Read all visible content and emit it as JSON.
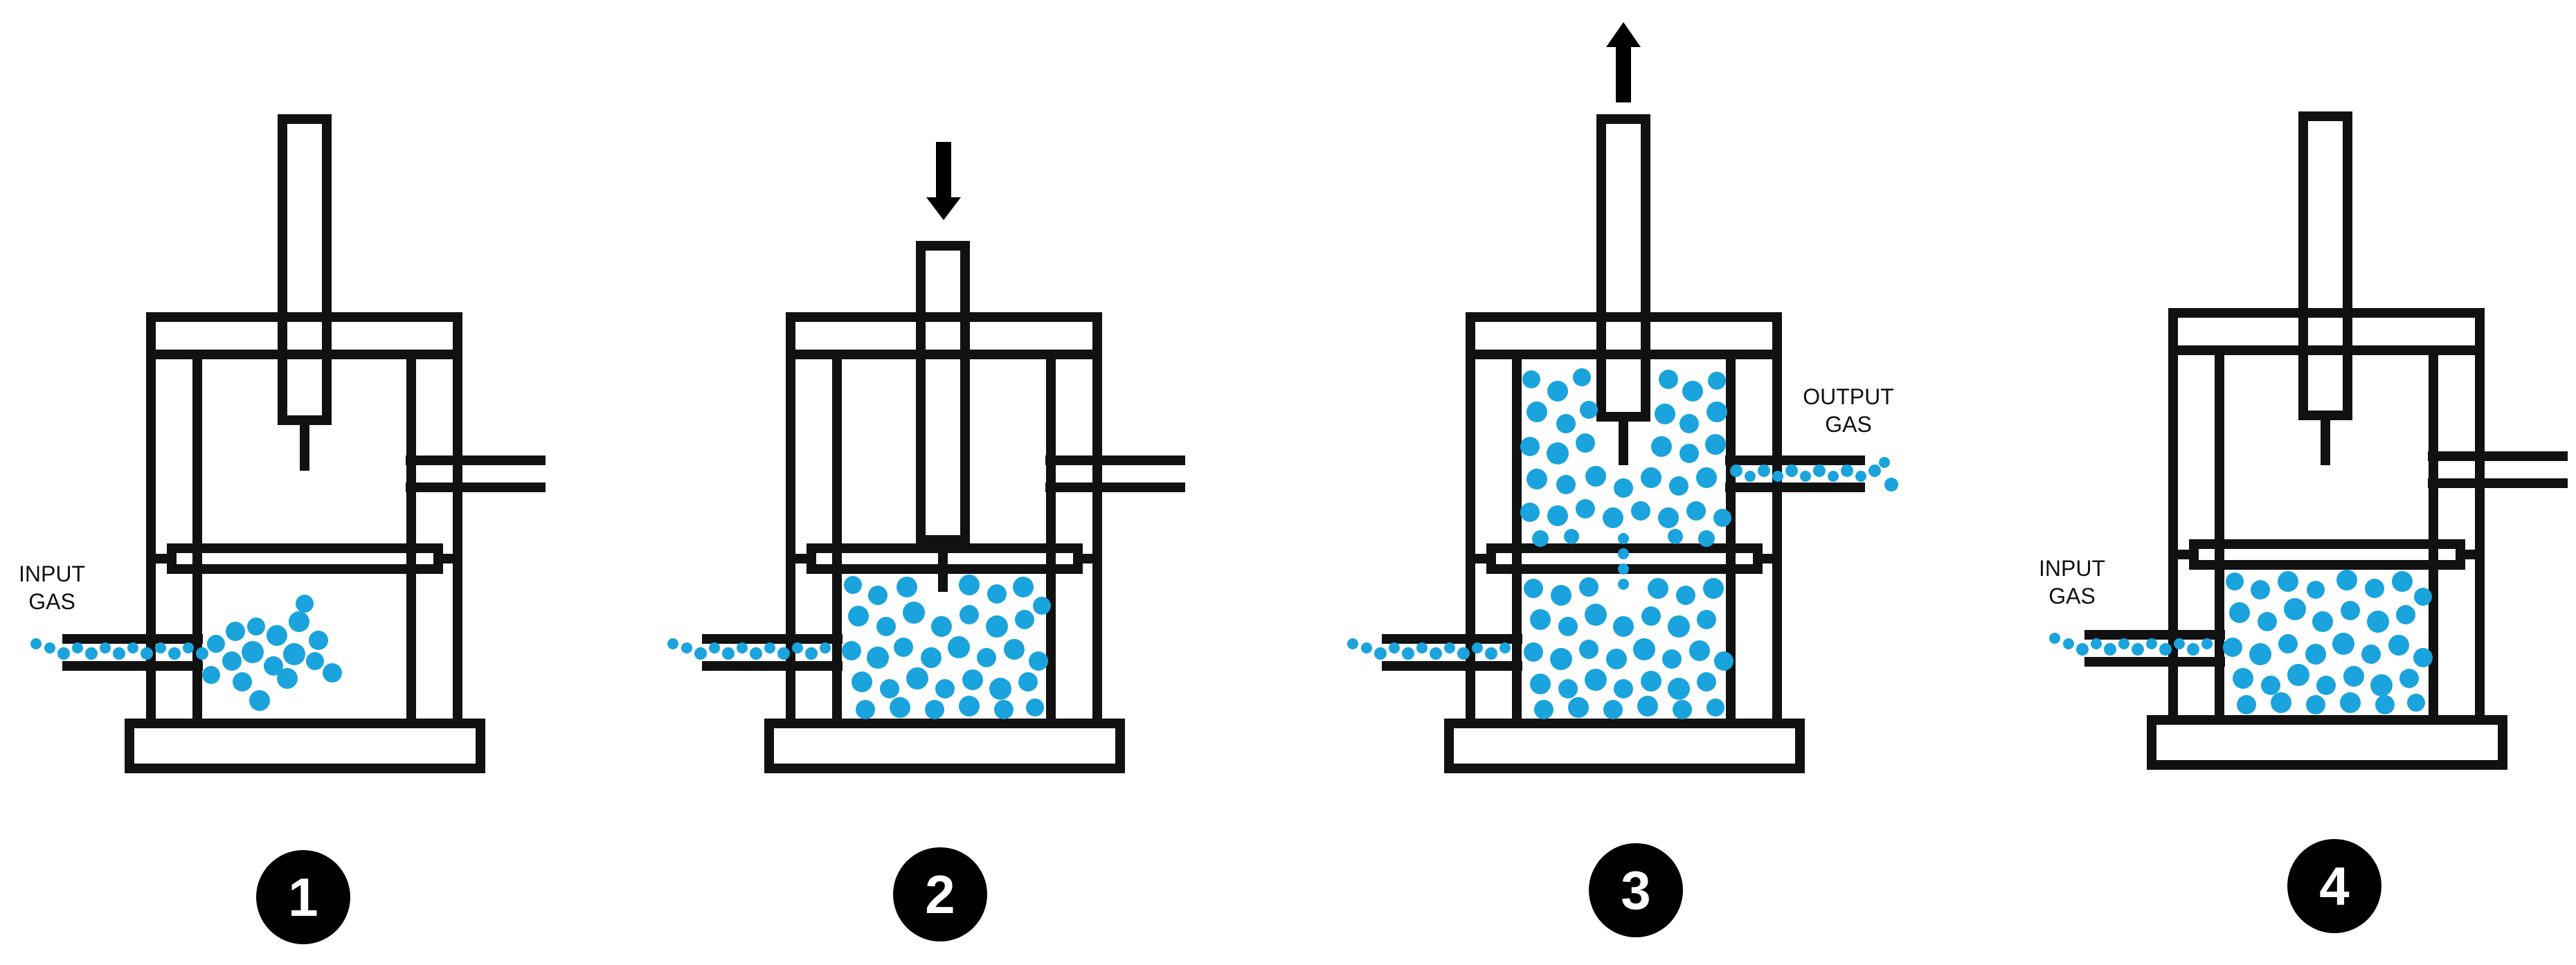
{
  "colors": {
    "stroke": "#111111",
    "gas": "#1aa3dc",
    "background": "#ffffff",
    "badge": "#000000",
    "badge_text": "#ffffff"
  },
  "panels": [
    {
      "number": "1",
      "label_lines": [
        "INPUT",
        "GAS"
      ],
      "label_side": "input",
      "arrow": "none"
    },
    {
      "number": "2",
      "label_lines": [],
      "label_side": "none",
      "arrow": "down-arrow"
    },
    {
      "number": "3",
      "label_lines": [
        "OUTPUT",
        "GAS"
      ],
      "label_side": "output",
      "arrow": "up-arrow"
    },
    {
      "number": "4",
      "label_lines": [
        "INPUT",
        "GAS"
      ],
      "label_side": "input",
      "arrow": "none"
    }
  ]
}
